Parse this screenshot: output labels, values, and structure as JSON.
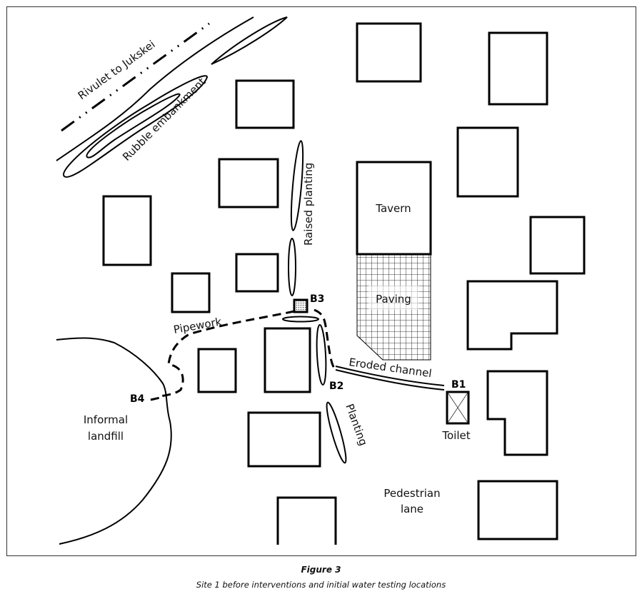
{
  "figure": {
    "title": "Figure 3",
    "caption": "Site 1 before interventions and initial water testing locations"
  },
  "features": {
    "rivulet": "Rivulet to Jukskei",
    "embankment": "Rubble embankment",
    "raised_planting": "Raised planting",
    "tavern": "Tavern",
    "paving": "Paving",
    "pipework": "Pipework",
    "eroded_channel": "Eroded channel",
    "planting": "Planting",
    "toilet": "Toilet",
    "landfill_line1": "Informal",
    "landfill_line2": "landfill",
    "lane_line1": "Pedestrian",
    "lane_line2": "lane"
  },
  "testing_locations": [
    {
      "id": "B1",
      "label": "B1",
      "near": "Toilet"
    },
    {
      "id": "B2",
      "label": "B2",
      "near": "Eroded channel / Planting"
    },
    {
      "id": "B3",
      "label": "B3",
      "near": "Pipework head"
    },
    {
      "id": "B4",
      "label": "B4",
      "near": "Informal landfill"
    }
  ]
}
